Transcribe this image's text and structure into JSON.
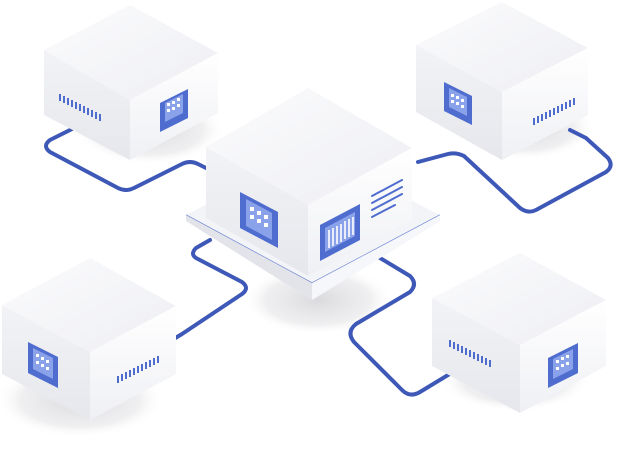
{
  "diagram": {
    "kind": "isometric-network-topology",
    "nodes": [
      {
        "id": "hub",
        "role": "central-server",
        "faces": [
          "window-panel",
          "vent-panel",
          "menu-lines-icon"
        ]
      },
      {
        "id": "node-top-left",
        "role": "peripheral-server"
      },
      {
        "id": "node-top-right",
        "role": "peripheral-server"
      },
      {
        "id": "node-bottom-left",
        "role": "peripheral-server"
      },
      {
        "id": "node-bottom-right",
        "role": "peripheral-server"
      }
    ],
    "links": [
      {
        "from": "hub",
        "to": "node-top-left"
      },
      {
        "from": "hub",
        "to": "node-top-right"
      },
      {
        "from": "hub",
        "to": "node-bottom-left"
      },
      {
        "from": "hub",
        "to": "node-bottom-right"
      }
    ]
  },
  "colors": {
    "accent": "#4f6ccf",
    "accent_light": "#8aa2ea",
    "cable": "#3e58b8",
    "cube_top": "#f7f7fa",
    "cube_left": "#e7e8ee",
    "cube_right": "#f1f2f6",
    "shadow": "#dcdcdf",
    "background": "#ffffff"
  }
}
